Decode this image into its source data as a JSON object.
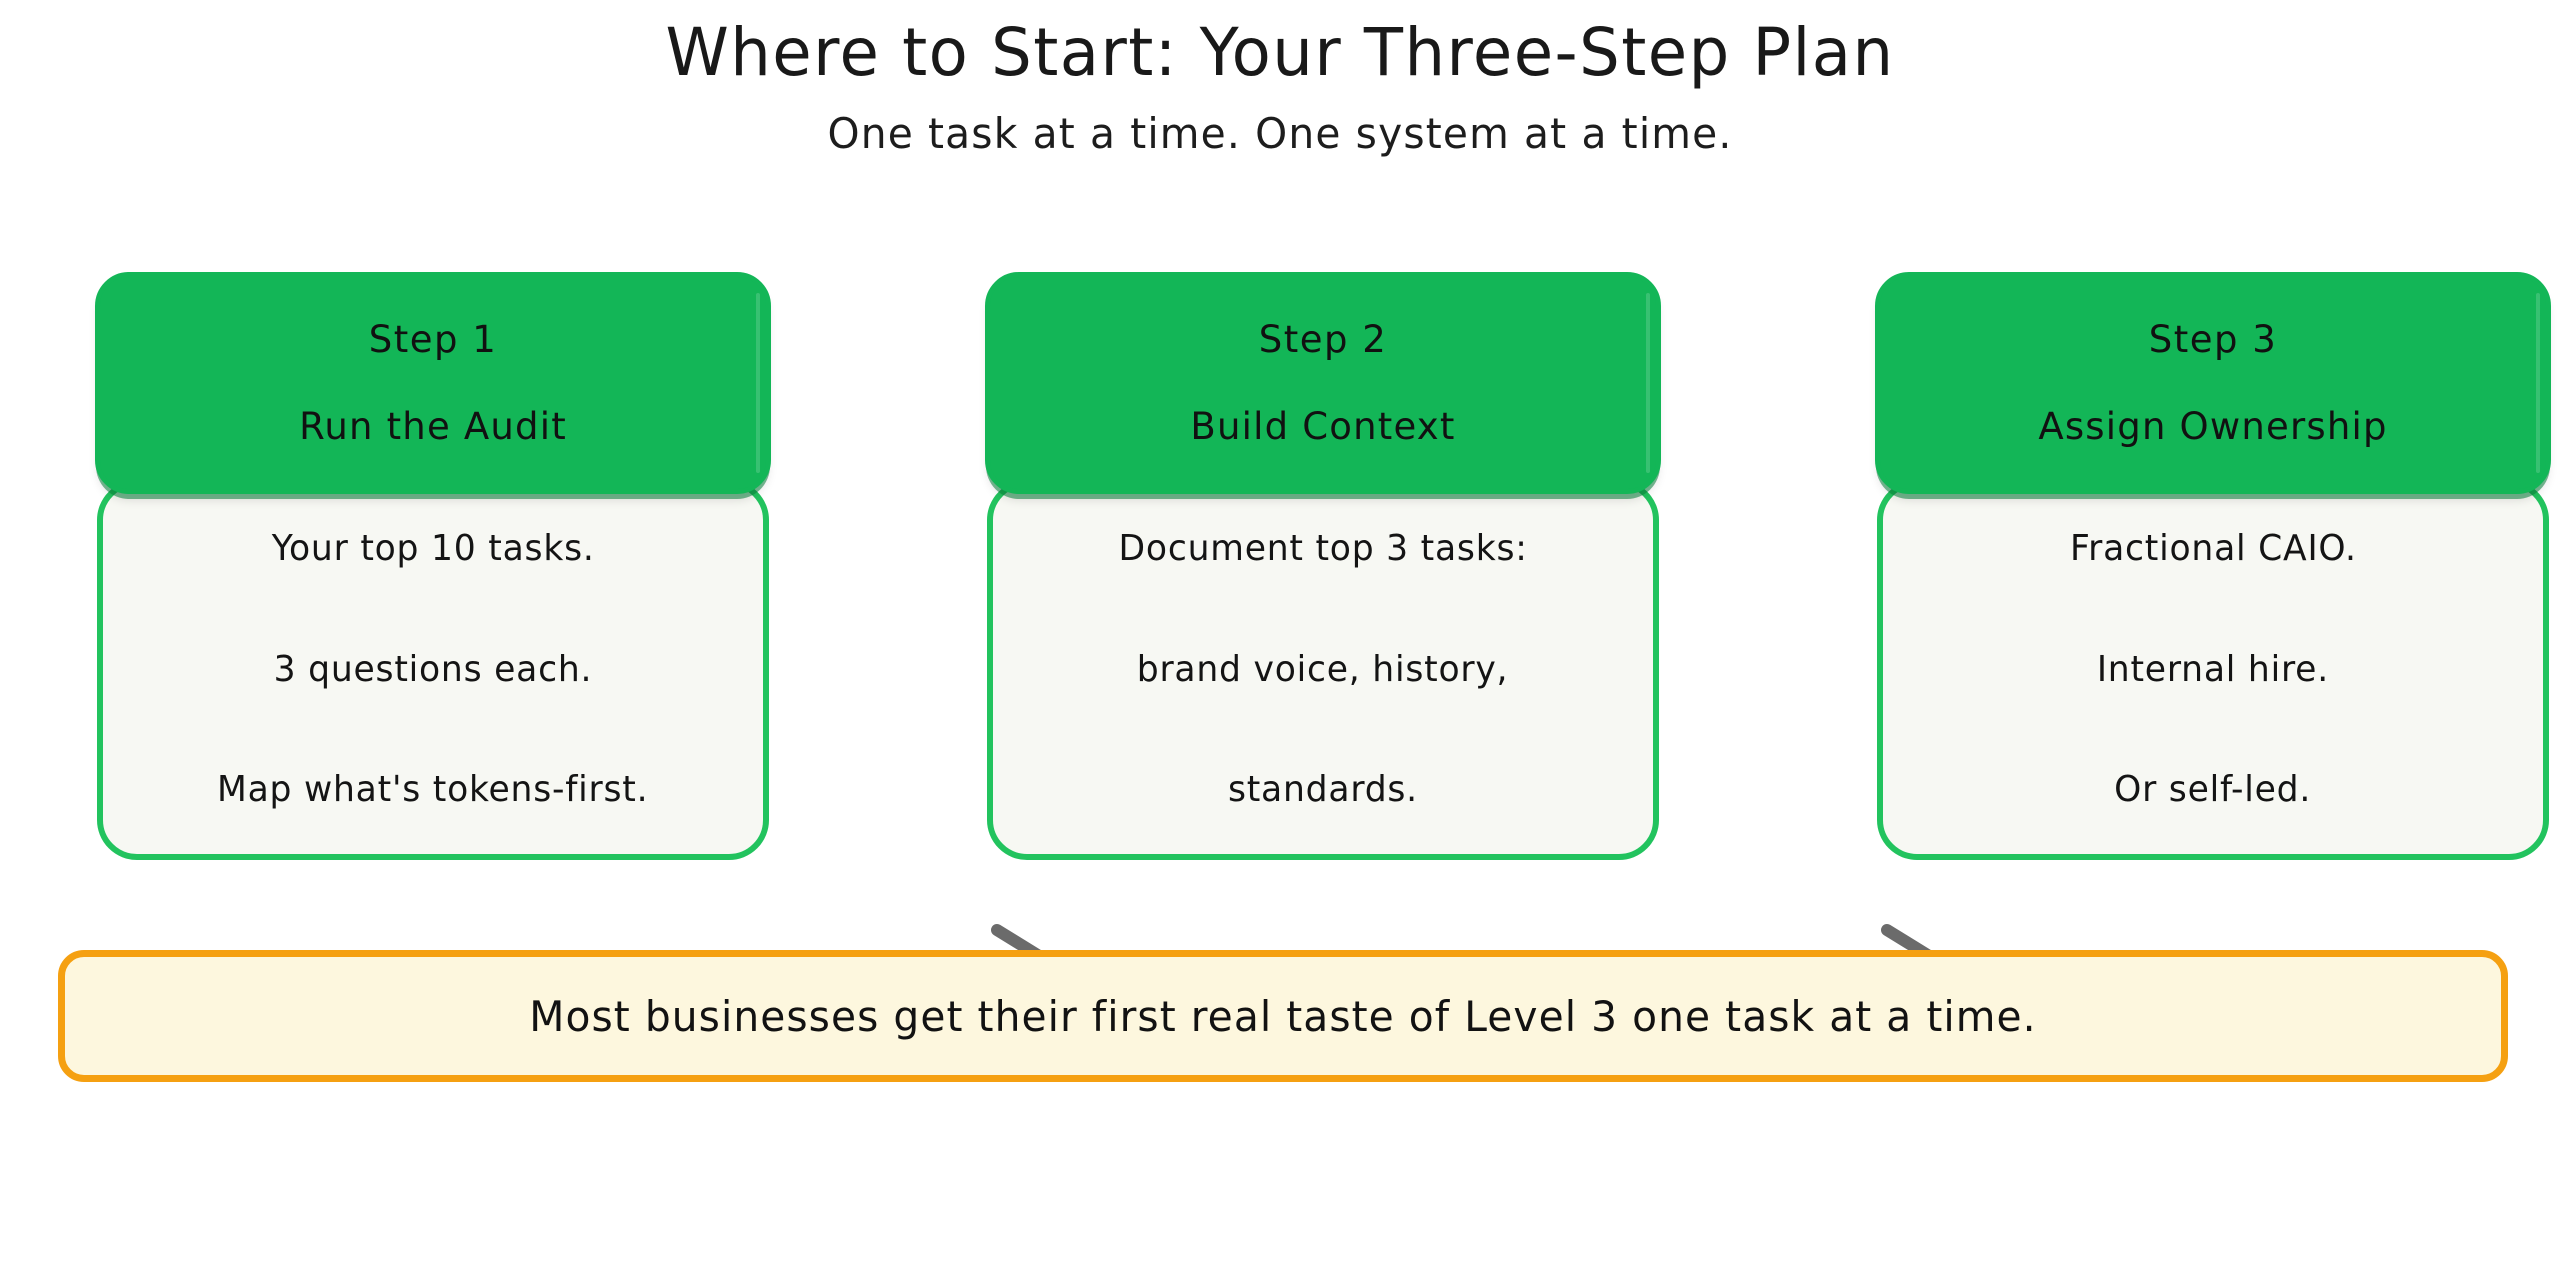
{
  "header": {
    "title": "Where to Start: Your Three-Step Plan",
    "subtitle": "One task at a time. One system at a time."
  },
  "colors": {
    "step_header_green": "#13b657",
    "step_body_border_green": "#22c35e",
    "step_body_fill": "#f7f8f3",
    "arrow_gray": "#6b6b6b",
    "callout_border_orange": "#f5a011",
    "callout_fill_cream": "#fdf7de",
    "text_black": "#141414",
    "page_background": "#ffffff"
  },
  "steps": [
    {
      "number": "Step 1",
      "name": "Run the Audit",
      "lines": [
        "Your top 10 tasks.",
        "3 questions each.",
        "Map what's tokens-first."
      ]
    },
    {
      "number": "Step 2",
      "name": "Build Context",
      "lines": [
        "Document top 3 tasks:",
        "brand voice, history,",
        "standards."
      ]
    },
    {
      "number": "Step 3",
      "name": "Assign Ownership",
      "lines": [
        "Fractional CAIO.",
        "Internal hire.",
        "Or self-led."
      ]
    }
  ],
  "connectors": [
    {
      "name": "arrow-step1-to-step2"
    },
    {
      "name": "arrow-step2-to-step3"
    }
  ],
  "callout": {
    "text": "Most businesses get their first real taste of Level 3 one task at a time."
  }
}
